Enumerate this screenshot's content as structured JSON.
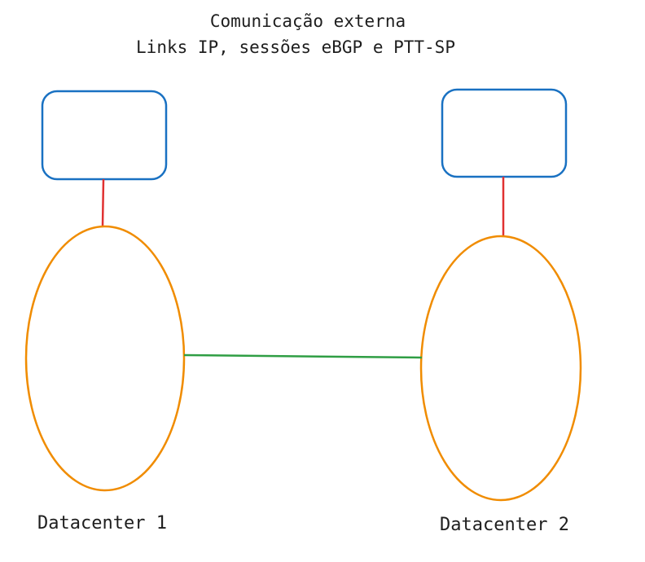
{
  "title": {
    "line1": "Comunicação externa",
    "line2": "Links IP, sessões eBGP e PTT-SP"
  },
  "datacenters": [
    {
      "label": "Datacenter 1"
    },
    {
      "label": "Datacenter 2"
    }
  ],
  "colors": {
    "router_stroke": "#1971c2",
    "datacenter_stroke": "#f08c00",
    "uplink_stroke": "#e03131",
    "interconnect_stroke": "#2f9e44",
    "text": "#1e1e1e"
  }
}
